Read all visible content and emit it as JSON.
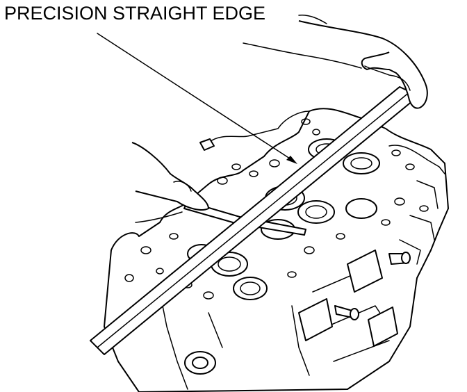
{
  "diagram": {
    "callout_label": "PRECISION STRAIGHT EDGE",
    "line_color": "#000000",
    "background_color": "#ffffff",
    "parts": [
      "cylinder-head",
      "precision-straight-edge",
      "feeler-gauge",
      "left-hand",
      "right-hand"
    ]
  }
}
